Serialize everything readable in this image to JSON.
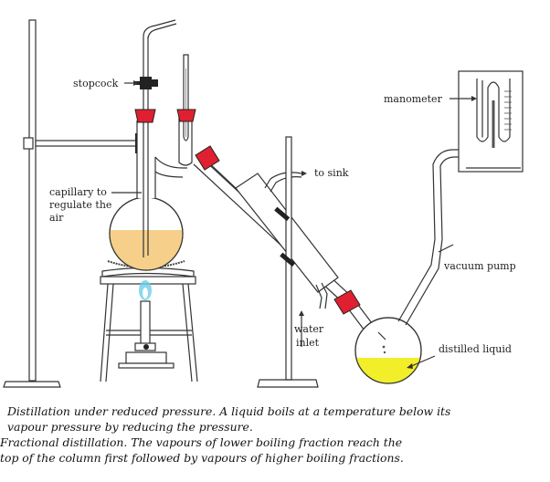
{
  "labels": {
    "stopcock": "stopcock",
    "capillary_1": "capillary to",
    "capillary_2": "regulate the",
    "capillary_3": "air",
    "to_sink": "to sink",
    "manometer": "manometer",
    "vacuum_pump": "vacuum pump",
    "water_1": "water",
    "water_2": "inlet",
    "distilled_liquid": "distilled liquid"
  },
  "captions": {
    "line1": "Distillation under reduced pressure. A liquid boils at a temperature below its",
    "line2": "vapour pressure by reducing the pressure.",
    "line3": "Fractional distillation. The vapours of lower boiling fraction reach the",
    "line4": "top of the column first followed by vapours of higher boiling fractions."
  },
  "colors": {
    "liquid_flask": "#f6d08a",
    "distilled": "#f2ee2a",
    "cork": "#e02030",
    "flame": "#6bd0e8"
  }
}
